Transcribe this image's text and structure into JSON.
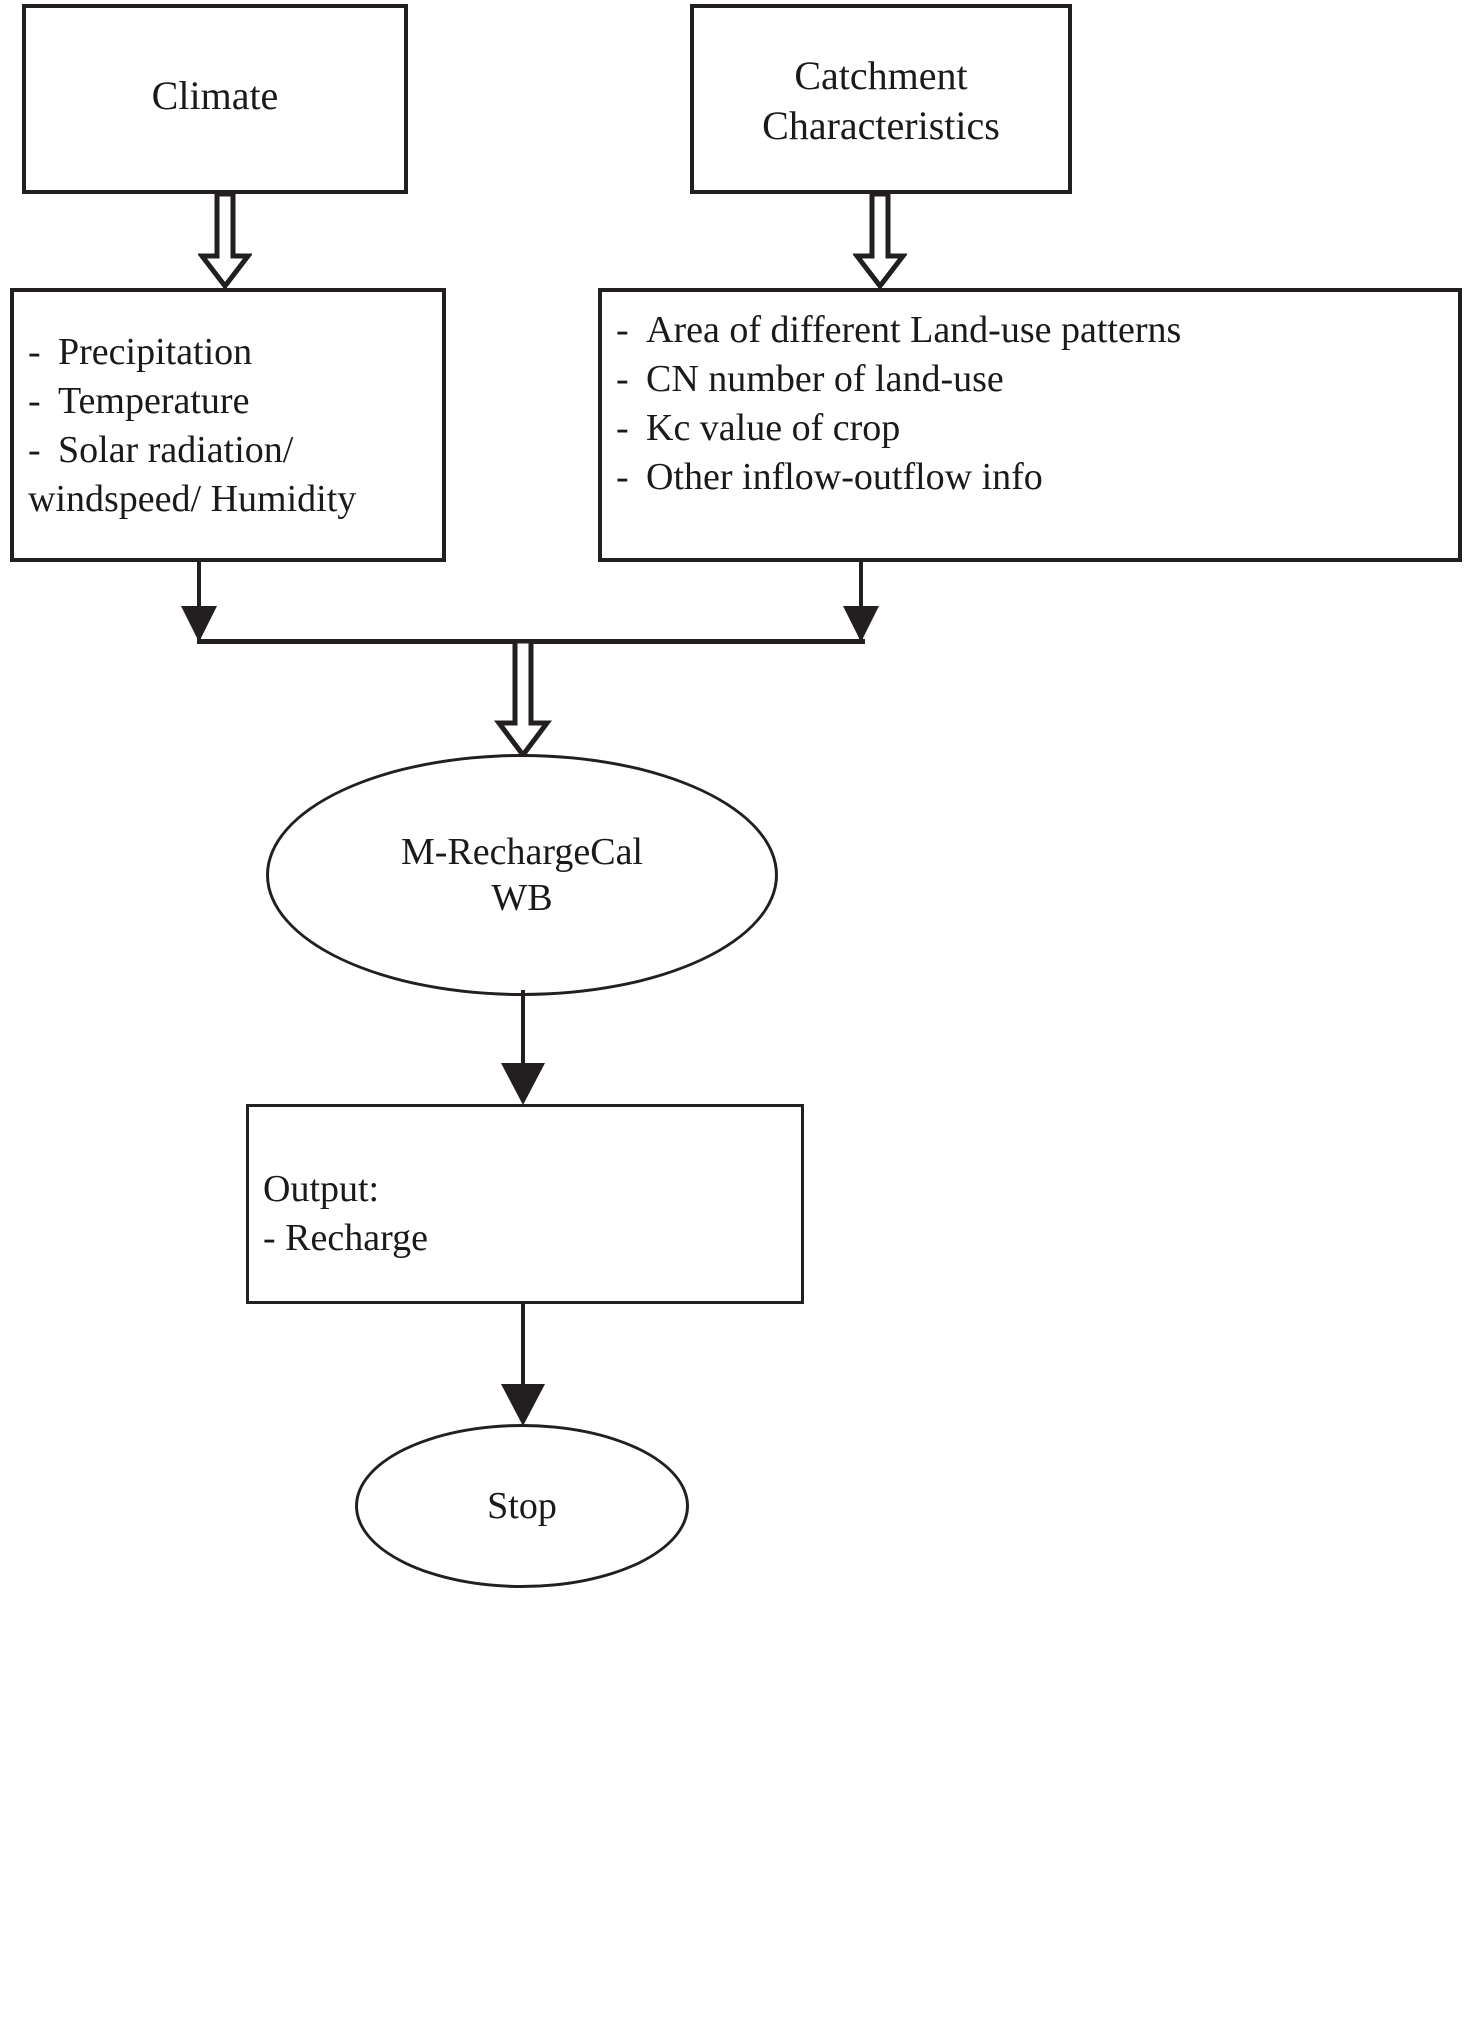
{
  "diagram": {
    "title": "M-RechargeCal WB model flowchart",
    "stroke_color": "#231f20",
    "background_color": "#ffffff"
  },
  "nodes": {
    "climate": {
      "label": "Climate",
      "shape": "rectangle"
    },
    "catchment": {
      "label_line1": "Catchment",
      "label_line2": "Characteristics",
      "shape": "rectangle"
    },
    "climate_inputs": {
      "shape": "rectangle",
      "bullets": [
        {
          "marker": "-",
          "text": "Precipitation"
        },
        {
          "marker": "-",
          "text": "Temperature"
        },
        {
          "marker": "-",
          "text": "Solar radiation/"
        }
      ],
      "continuation": "windspeed/ Humidity"
    },
    "catchment_inputs": {
      "shape": "rectangle",
      "bullets": [
        {
          "marker": "-",
          "text": "Area of different Land-use patterns"
        },
        {
          "marker": "-",
          "text": "CN number of land-use"
        },
        {
          "marker": "-",
          "text": "Kc value of crop"
        },
        {
          "marker": "-",
          "text": "Other inflow-outflow info"
        }
      ]
    },
    "model": {
      "shape": "ellipse",
      "label_line1": "M-RechargeCal",
      "label_line2": "WB"
    },
    "output": {
      "shape": "rectangle",
      "label_line1": "Output:",
      "label_line2": " - Recharge"
    },
    "stop": {
      "shape": "ellipse",
      "label": "Stop"
    }
  },
  "connectors": {
    "climate_to_inputs": {
      "style": "hollow-block-arrow",
      "direction": "down"
    },
    "catchment_to_inputs": {
      "style": "hollow-block-arrow",
      "direction": "down"
    },
    "climate_inputs_to_merge": {
      "style": "solid-arrow",
      "direction": "down"
    },
    "catchment_inputs_to_merge": {
      "style": "solid-arrow",
      "direction": "down"
    },
    "merge_to_model": {
      "style": "hollow-block-arrow",
      "direction": "down"
    },
    "model_to_output": {
      "style": "solid-arrow",
      "direction": "down"
    },
    "output_to_stop": {
      "style": "solid-arrow",
      "direction": "down"
    }
  }
}
